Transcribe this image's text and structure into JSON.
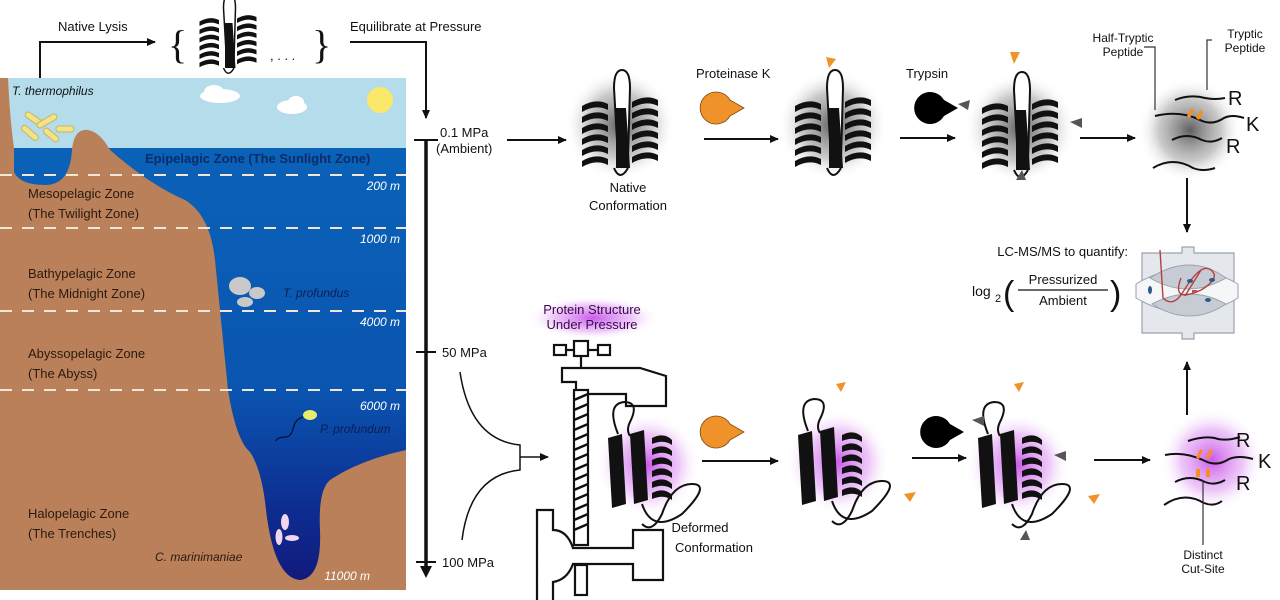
{
  "top": {
    "native_lysis": "Native Lysis",
    "ellipsis": ", . . .",
    "equilibrate": "Equilibrate at Pressure"
  },
  "ocean": {
    "organisms": {
      "t_thermophilus": "T. thermophilus",
      "t_profundus": "T. profundus",
      "p_profundum": "P. profundum",
      "c_marinimaniae": "C. marinimaniae"
    },
    "zones": [
      {
        "line1": "Epipelagic Zone (The Sunlight Zone)",
        "line2": ""
      },
      {
        "line1": "Mesopelagic Zone",
        "line2": "(The Twilight Zone)"
      },
      {
        "line1": "Bathypelagic Zone",
        "line2": "(The Midnight Zone)"
      },
      {
        "line1": "Abyssopelagic Zone",
        "line2": "(The Abyss)"
      },
      {
        "line1": "Halopelagic Zone",
        "line2": "(The Trenches)"
      }
    ],
    "depths": [
      "200 m",
      "1000 m",
      "4000 m",
      "6000 m",
      "11000 m"
    ],
    "colors": {
      "sky": "#b4dcea",
      "water_top": "#0a5fb4",
      "water_deep": "#0f1f7a",
      "rock": "#b9805a",
      "sun": "#fbe86a"
    }
  },
  "pressure_axis": {
    "ticks": [
      {
        "line1": "0.1 MPa",
        "line2": "(Ambient)"
      },
      {
        "line1": "50 MPa",
        "line2": ""
      },
      {
        "line1": "100 MPa",
        "line2": ""
      }
    ]
  },
  "native_path": {
    "native_label_1": "Native",
    "native_label_2": "Conformation",
    "proteinase_k": "Proteinase K",
    "trypsin": "Trypsin",
    "half_tryptic_1": "Half-Tryptic",
    "half_tryptic_2": "Peptide",
    "tryptic_1": "Tryptic",
    "tryptic_2": "Peptide",
    "residues": [
      "R",
      "K",
      "R"
    ]
  },
  "pressure_path": {
    "title_1": "Protein Structure",
    "title_2": "Under Pressure",
    "deformed_1": "Deformed",
    "deformed_2": "Conformation",
    "cut_site_1": "Distinct",
    "cut_site_2": "Cut-Site",
    "residues": [
      "R",
      "K",
      "R"
    ]
  },
  "quantify": {
    "title": "LC-MS/MS to quantify:",
    "log": "log",
    "sub": "2",
    "numerator": "Pressurized",
    "denominator": "Ambient"
  },
  "colors": {
    "proteinase_k": "#f0922a",
    "trypsin": "#000000",
    "pressure_glow": "#c040e0",
    "cut_mark": "#f5901e"
  }
}
